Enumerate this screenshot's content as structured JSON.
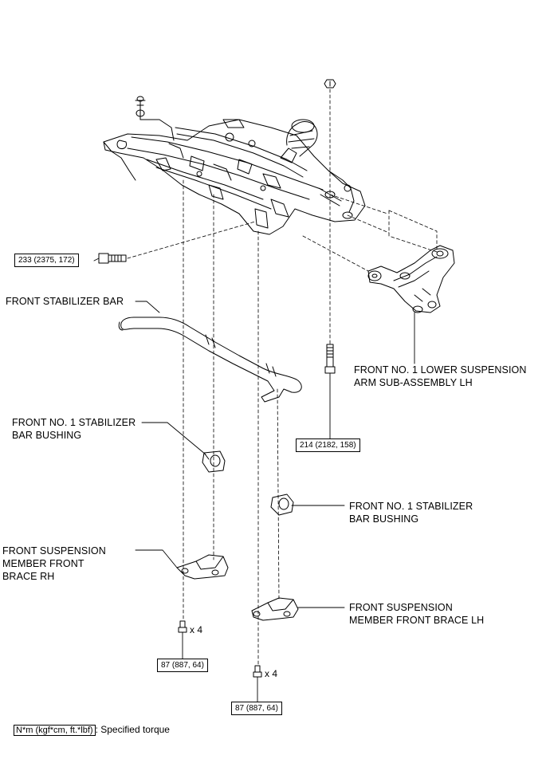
{
  "labels": {
    "front_stabilizer_bar": "FRONT STABILIZER BAR",
    "lower_arm": [
      "FRONT NO. 1 LOWER SUSPENSION",
      "ARM SUB-ASSEMBLY LH"
    ],
    "bushing_left": [
      "FRONT NO. 1 STABILIZER",
      "BAR BUSHING"
    ],
    "bushing_right": [
      "FRONT NO. 1 STABILIZER",
      "BAR BUSHING"
    ],
    "brace_rh": [
      "FRONT SUSPENSION",
      "MEMBER FRONT",
      "BRACE RH"
    ],
    "brace_lh": [
      "FRONT SUSPENSION",
      "MEMBER FRONT BRACE LH"
    ]
  },
  "torques": {
    "arm_front_bolt": "233 (2375, 172)",
    "arm_rear_bolt": "214 (2182, 158)",
    "brace_rh_bolts": "87 (887, 64)",
    "brace_lh_bolts": "87 (887, 64)"
  },
  "quantities": {
    "brace_rh_bolts": "x 4",
    "brace_lh_bolts": "x 4"
  },
  "legend": {
    "unit_box": "N*m (kgf*cm, ft.*lbf)",
    "text": ": Specified torque"
  }
}
